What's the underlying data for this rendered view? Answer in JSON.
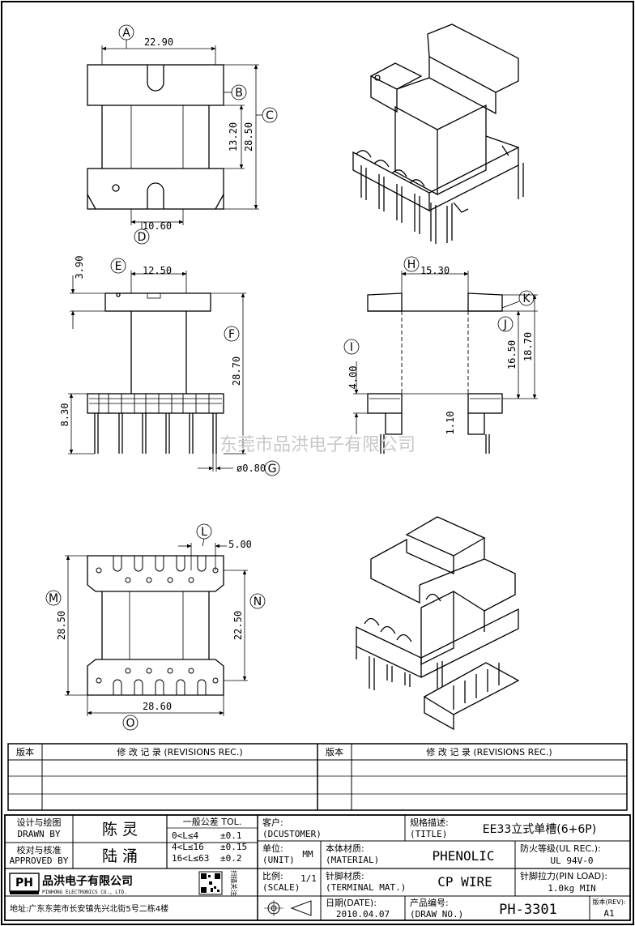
{
  "dimensions": {
    "a": "22.90",
    "b13": "13.20",
    "c": "28.50",
    "d": "10.60",
    "e": "12.50",
    "e3": "3.90",
    "f": "28.70",
    "f8": "8.30",
    "g": "ø0.80",
    "h": "15.30",
    "i": "4.00",
    "i1": "1.10",
    "j": "16.50",
    "k": "18.70",
    "l": "5.00",
    "m": "28.50",
    "n": "22.50",
    "o": "28.60"
  },
  "callouts": {
    "A": "A",
    "B": "B",
    "C": "C",
    "D": "D",
    "E": "E",
    "F": "F",
    "G": "G",
    "H": "H",
    "I": "I",
    "J": "J",
    "K": "K",
    "L": "L",
    "M": "M",
    "N": "N",
    "O": "O"
  },
  "watermark": "东莞市品洪电子有限公司",
  "revisions": {
    "ver_label": "版本",
    "rec_label": "修 改 记 录 (REVISIONS REC.)"
  },
  "title_block": {
    "design_label_cn": "设计与绘图",
    "design_label_en": "DRAWN BY",
    "designer": "陈 灵",
    "approve_label_cn": "校对与核准",
    "approve_label_en": "APPROVED BY",
    "approver": "陆 涌",
    "tol_label": "一般公差 TOL.",
    "tol_rows": [
      {
        "range": "0<L≤4",
        "value": "±0.1"
      },
      {
        "range": "4<L≤16",
        "value": "±0.15"
      },
      {
        "range": "16<L≤63",
        "value": "±0.2"
      }
    ],
    "customer_label_cn": "客户:",
    "customer_label_en": "(DCUSTOMER)",
    "spec_label_cn": "规格描述:",
    "spec_label_en": "(TITLE)",
    "spec_value": "EE33立式单槽(6+6P)",
    "unit_label_cn": "单位:",
    "unit_label_en": "(UNIT)",
    "unit_value": "MM",
    "material_label_cn": "本体材质:",
    "material_label_en": "(MATERIAL)",
    "material_value": "PHENOLIC",
    "fire_label": "防火等级(UL REC.):",
    "fire_value": "UL 94V-0",
    "company_cn": "品洪电子有限公司",
    "company_en": "PINHONG ELECTRONICS CO., LTD.",
    "logo_text": "PH",
    "logo_sub": "品洪 电子",
    "qr_side_text": "扫描关注",
    "scale_label_cn": "比例:",
    "scale_label_en": "(SCALE)",
    "scale_value": "1/1",
    "terminal_label_cn": "针脚材质:",
    "terminal_label_en": "(TERMINAL MAT.)",
    "terminal_value": "CP WIRE",
    "pinload_label": "针脚拉力(PIN LOAD):",
    "pinload_value": "1.0kg MIN",
    "address": "地址:广东东莞市长安镇先兴北街5号二栋4楼",
    "date_label_cn": "日期(DATE):",
    "date_value": "2010.04.07",
    "drawno_label_cn": "产品编号:",
    "drawno_label_en": "(DRAW NO.)",
    "drawno_value": "PH-3301",
    "rev_label_cn": "版本(REV):",
    "rev_value": "A1"
  }
}
